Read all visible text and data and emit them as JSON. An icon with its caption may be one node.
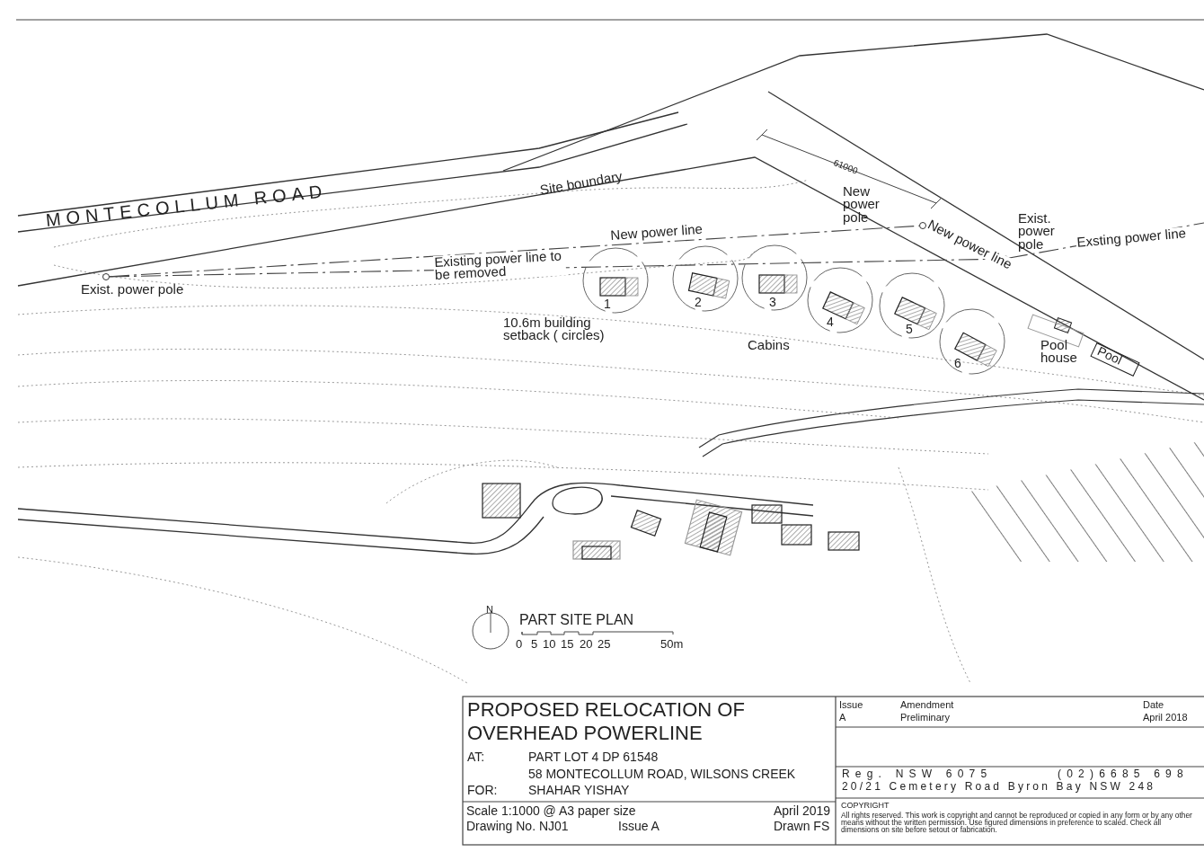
{
  "diagram": {
    "title": "PROPOSED RELOCATION OF OVERHEAD POWERLINE",
    "nodes": [
      {
        "text": [],
        "shape": "circle",
        "beside": [
          "Exist. power pole"
        ]
      },
      {
        "text": [],
        "shape": "circle",
        "beside": [
          "New power pole"
        ]
      },
      {
        "text": [],
        "shape": "circle",
        "beside": [
          "Exist. power pole"
        ]
      }
    ],
    "edges": [
      {
        "from": 0,
        "to": 2,
        "arrow": "none",
        "style": "dashed",
        "label": "Existing power line to be removed"
      },
      {
        "from": 0,
        "to": 1,
        "arrow": "none",
        "style": "dashed",
        "label": "New power line"
      },
      {
        "from": 1,
        "to": 2,
        "arrow": "none",
        "style": "dashed",
        "label": "New power line"
      },
      {
        "from": 2,
        "to": null,
        "arrow": "none",
        "style": "dashed",
        "label": "Exsting power line"
      }
    ],
    "labels": [
      "MONTECOLLUM ROAD",
      "Site boundary",
      "61000",
      "10.6m building setback ( circles)",
      "1",
      "2",
      "3",
      "Cabins",
      "4",
      "5",
      "6",
      "Pool house",
      "Pool",
      "N",
      "PART SITE PLAN",
      "0",
      "5",
      "10",
      "15",
      "20",
      "25",
      "50m",
      "AT:",
      "PART LOT 4 DP 61548",
      "58 MONTECOLLUM ROAD, WILSONS CREEK",
      "FOR:",
      "SHAHAR YISHAY",
      "Scale 1:1000 @ A3 paper size",
      "April 2019",
      "Drawing No. NJ01",
      "Issue A",
      "Drawn FS",
      "Issue",
      "Amendment",
      "Date",
      "A",
      "Preliminary",
      "April 2018",
      "Reg. NSW 6075",
      "(02)6685 698",
      "20/21 Cemetery Road Byron Bay NSW 248",
      "COPYRIGHT",
      "All rights reserved. This work is copyright and cannot be reproduced or copied in any form or by any other means without the written permission. Use figured dimensions in preference to scaled. Check all dimensions on site before setout or fabrication."
    ]
  }
}
